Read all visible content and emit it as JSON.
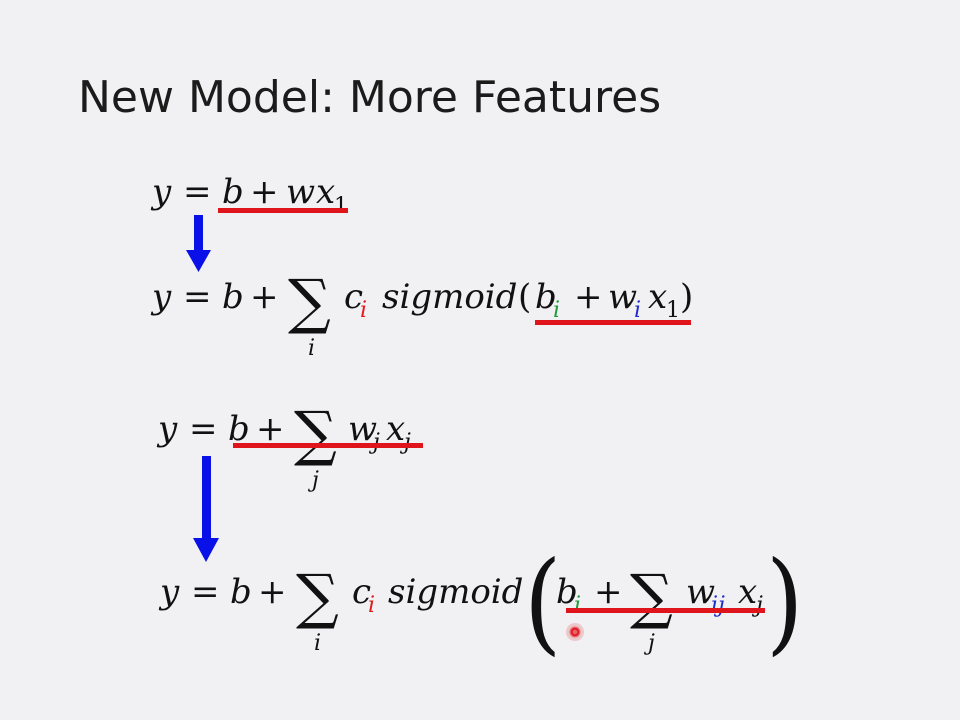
{
  "slide": {
    "title": "New Model: More Features"
  },
  "colors": {
    "underline": "#e0141b",
    "arrow": "#0a10e8",
    "c_term": "#e01b1b",
    "b_term": "#1f9a3a",
    "w_term": "#1d2bd0",
    "pointer": "#e0141b"
  },
  "eq1": {
    "y": "y",
    "eq": "=",
    "b": "b",
    "plus": "+",
    "w": "w",
    "x": "x",
    "one": "1"
  },
  "eq2": {
    "y": "y",
    "eq": "=",
    "b": "b",
    "plus": "+",
    "sum": "∑",
    "sum_index": "i",
    "c": "c",
    "c_sub": "i",
    "func": "sigmoid",
    "lparen": "(",
    "bi": "b",
    "bi_sub": "i",
    "plus2": "+",
    "wi": "w",
    "wi_sub": "i",
    "x": "x",
    "x_sub": "1",
    "rparen": ")"
  },
  "eq3": {
    "y": "y",
    "eq": "=",
    "b": "b",
    "plus": "+",
    "sum": "∑",
    "sum_index": "j",
    "w": "w",
    "w_sub": "j",
    "x": "x",
    "x_sub": "j"
  },
  "eq4": {
    "y": "y",
    "eq": "=",
    "b": "b",
    "plus": "+",
    "sum": "∑",
    "sum_index": "i",
    "c": "c",
    "c_sub": "i",
    "func": "sigmoid",
    "lparen": "(",
    "bi": "b",
    "bi_sub": "i",
    "plus2": "+",
    "sum2": "∑",
    "sum2_index": "j",
    "w": "w",
    "w_sub": "ij",
    "x": "x",
    "x_sub": "j",
    "rparen": ")"
  }
}
